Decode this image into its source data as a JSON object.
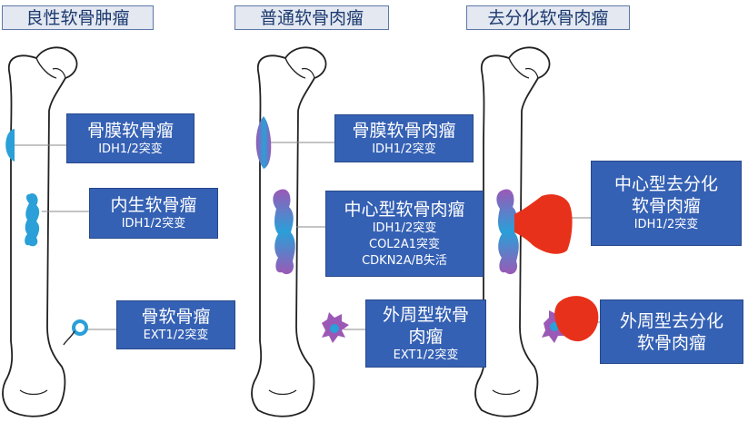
{
  "headers": {
    "benign": "良性软骨肿瘤",
    "conventional": "普通软骨肉瘤",
    "dedifferentiated": "去分化软骨肉瘤"
  },
  "benign": {
    "periosteal": {
      "title": "骨膜软骨瘤",
      "mutation": "IDH1/2突变"
    },
    "enchondroma": {
      "title": "内生软骨瘤",
      "mutation": "IDH1/2突变"
    },
    "osteochondroma": {
      "title": "骨软骨瘤",
      "mutation": "EXT1/2突变"
    }
  },
  "conventional": {
    "periosteal": {
      "title": "骨膜软骨肉瘤",
      "mutation": "IDH1/2突变"
    },
    "central": {
      "title": "中心型软骨肉瘤",
      "mutations": [
        "IDH1/2突变",
        "COL2A1突变",
        "CDKN2A/B失活"
      ]
    },
    "peripheral": {
      "title_line1": "外周型软骨",
      "title_line2": "肉瘤",
      "mutation": "EXT1/2突变"
    }
  },
  "dedifferentiated": {
    "central": {
      "title_line1": "中心型去分化",
      "title_line2": "软骨肉瘤",
      "mutation": "IDH1/2突变"
    },
    "peripheral": {
      "title_line1": "外周型去分化",
      "title_line2": "软骨肉瘤"
    }
  },
  "colors": {
    "box_fill": "#3561b4",
    "header_fill": "#e3e8f1",
    "cartilage_blue": "#2a9fd8",
    "sarcoma_purple": "#9b59b6",
    "dedifferentiated_red": "#e8311a"
  }
}
